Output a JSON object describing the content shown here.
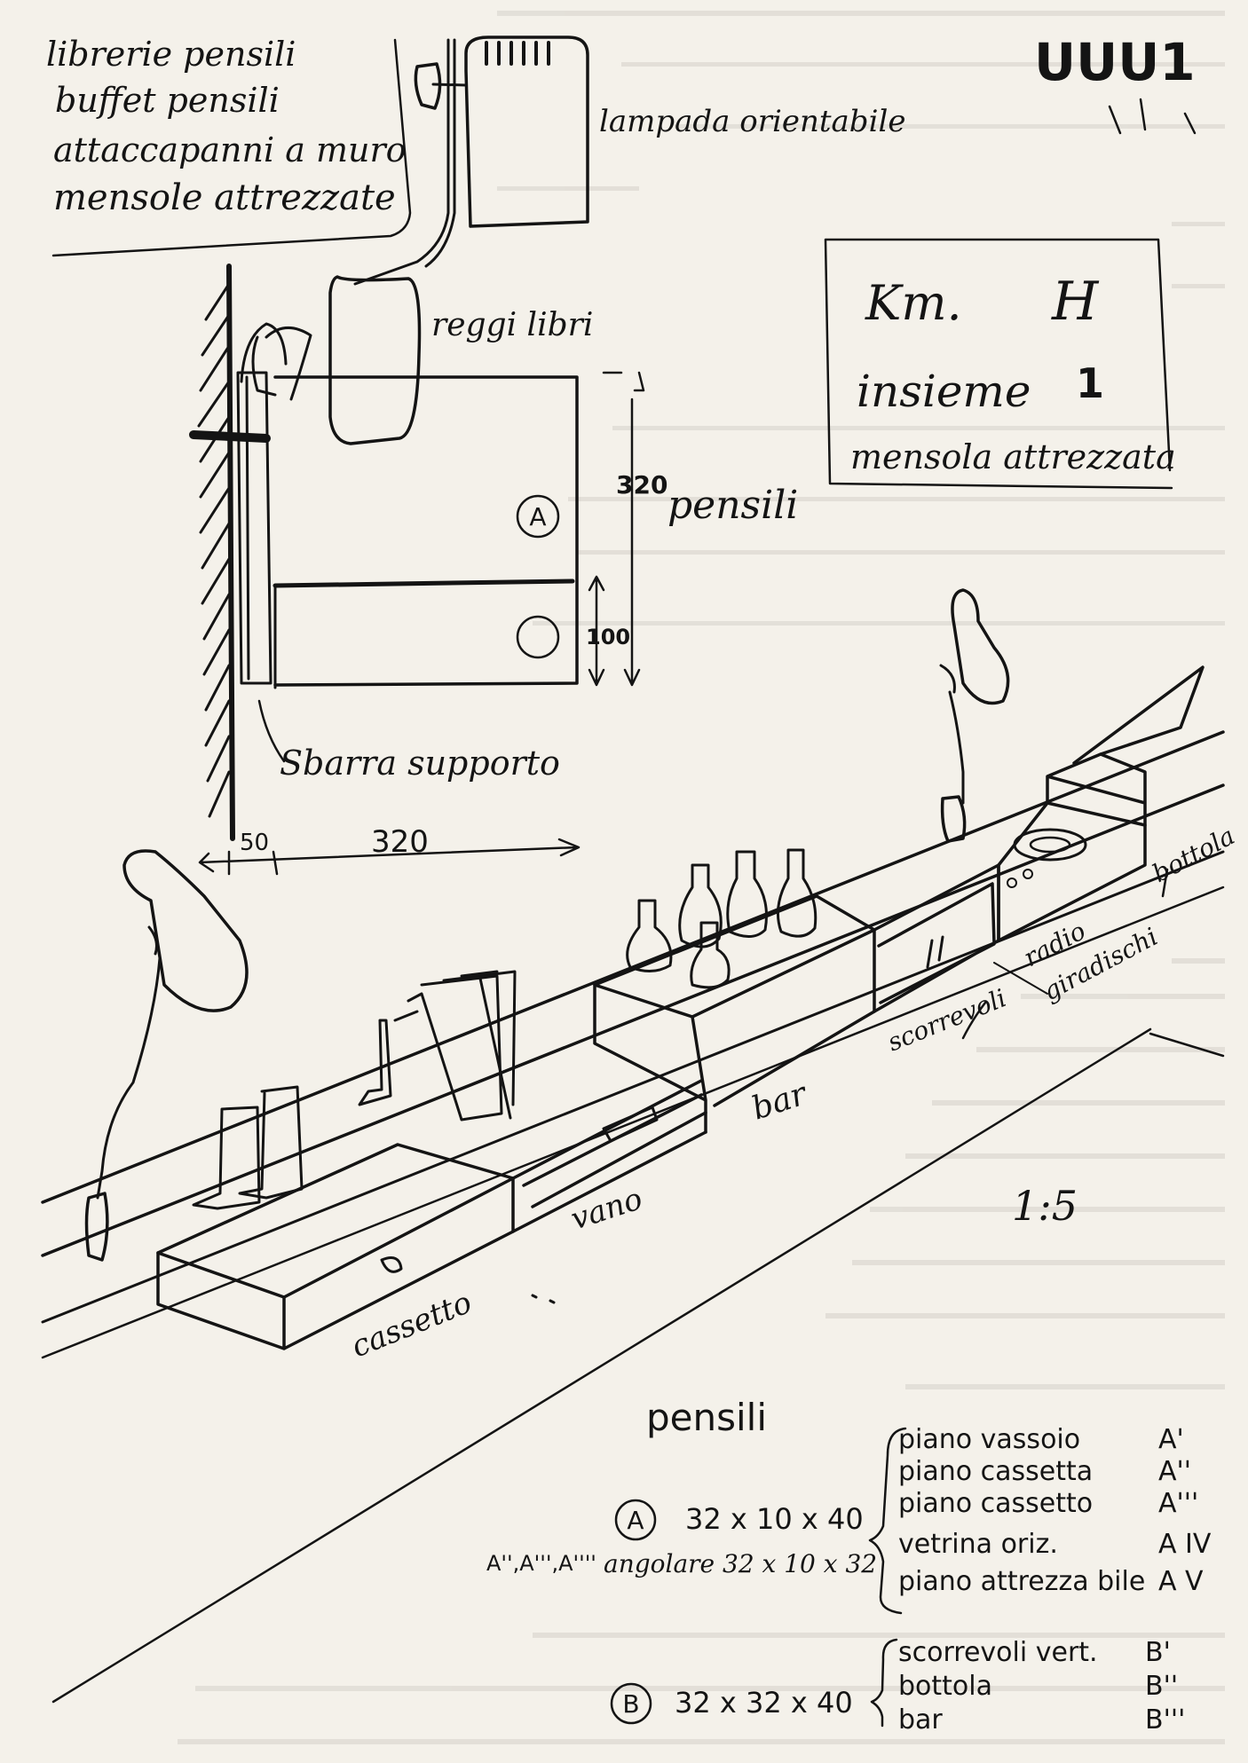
{
  "notes": {
    "header": [
      "librerie pensili",
      "buffet pensili",
      "attaccapanni a muro",
      "mensole attrezzate"
    ],
    "code": "UUU1",
    "lamp_top": "lampada orientabile",
    "reggi_libri": "reggi libri",
    "pensili_label": "pensili",
    "dim_height_320": "320",
    "dim_100": "100",
    "sbarra": "Sbarra supporto",
    "dim_50": "50",
    "dim_320": "320",
    "badge_a": "A",
    "badge_b": "B",
    "scale": "1:5"
  },
  "title_box": {
    "line1": "Km.",
    "line1_right": "H",
    "line2": "insieme",
    "line2_num": "1",
    "line3": "mensola attrezzata"
  },
  "perspective_labels": {
    "bottola": "bottola",
    "radio": "radio",
    "giradischi": "giradischi",
    "scorrevoli": "scorrevoli",
    "bar": "bar",
    "vano": "vano",
    "cassetto": "cassetto"
  },
  "legend": {
    "title": "pensili",
    "a_dim": "32 x 10 x 40",
    "a_angle_prefix": "A'',A''',A''''",
    "a_angle_text": "angolare 32 x 10 x 32",
    "a_items": [
      {
        "name": "piano vassoio",
        "code": "A'"
      },
      {
        "name": "piano cassetta",
        "code": "A''"
      },
      {
        "name": "piano cassetto",
        "code": "A'''"
      },
      {
        "name": "vetrina oriz.",
        "code": "A IV"
      },
      {
        "name": "piano attrezza bile",
        "code": "A V"
      }
    ],
    "b_dim": "32 x 32 x 40",
    "b_items": [
      {
        "name": "scorrevoli vert.",
        "code": "B'"
      },
      {
        "name": "bottola",
        "code": "B''"
      },
      {
        "name": "bar",
        "code": "B'''"
      }
    ]
  }
}
